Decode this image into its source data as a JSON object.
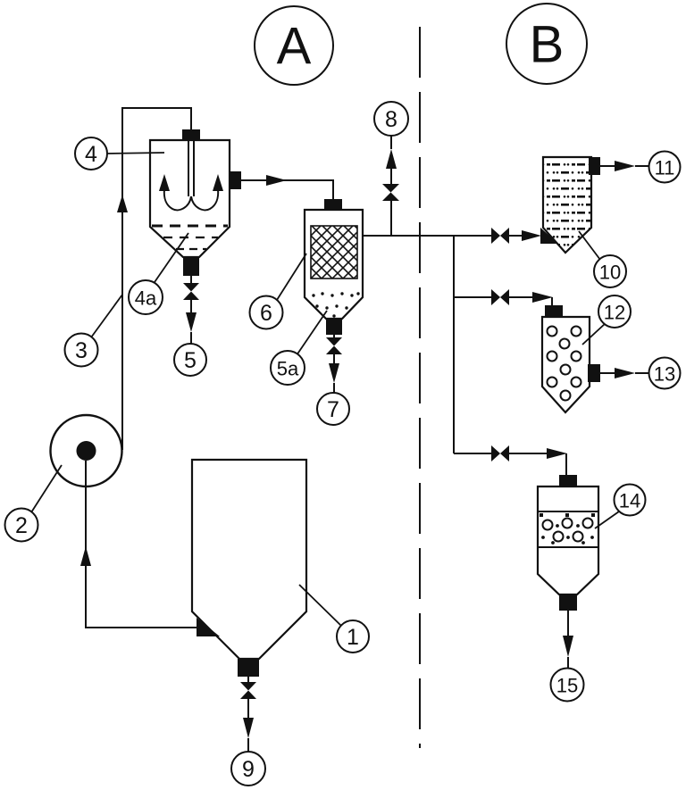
{
  "diagram": {
    "colors": {
      "ink": "#111111",
      "paper": "#ffffff"
    },
    "sections": [
      {
        "label": "A"
      },
      {
        "label": "B"
      }
    ],
    "labels": {
      "1": "1",
      "2": "2",
      "3": "3",
      "4": "4",
      "4a": "4a",
      "5": "5",
      "5a": "5a",
      "6": "6",
      "7": "7",
      "8": "8",
      "9": "9",
      "10": "10",
      "11": "11",
      "12": "12",
      "13": "13",
      "14": "14",
      "15": "15"
    }
  }
}
